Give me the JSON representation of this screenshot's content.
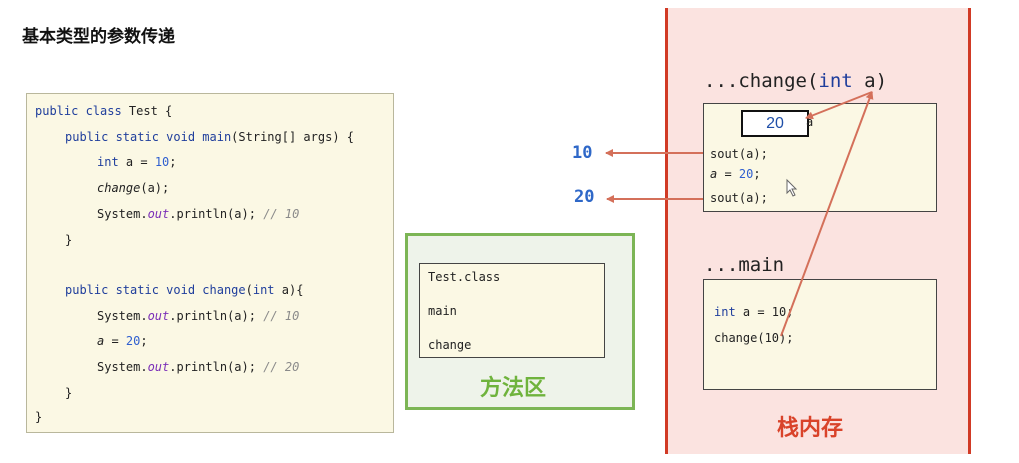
{
  "title": "基本类型的参数传递",
  "code": {
    "l1_kw": "public class",
    "l1_rest": " Test {",
    "l2_kw": "public static void",
    "l2_method": " main",
    "l2_rest": "(String[] args) {",
    "l3_kw": "int",
    "l3_mid": " a = ",
    "l3_num": "10",
    "l3_end": ";",
    "l4_call": "change",
    "l4_rest": "(a);",
    "l5_a": "System.",
    "l5_field": "out",
    "l5_b": ".println(a); ",
    "l5_cmt": "// 10",
    "l6": "}",
    "l7_kw": "public static void",
    "l7_method": " change",
    "l7_paren": "(",
    "l7_int": "int",
    "l7_rest": " a){",
    "l8_a": "System.",
    "l8_field": "out",
    "l8_b": ".println(a); ",
    "l8_cmt": "// 10",
    "l9_var": "a",
    "l9_mid": " = ",
    "l9_num": "20",
    "l9_end": ";",
    "l10_a": "System.",
    "l10_field": "out",
    "l10_b": ".println(a); ",
    "l10_cmt": "// 20",
    "l11": "}",
    "l12": "}"
  },
  "method_area": {
    "label": "方法区",
    "items": [
      "Test.class",
      "main",
      "change"
    ]
  },
  "stack": {
    "label": "栈内存",
    "change_frame_title_prefix": "...change(",
    "change_frame_title_kw": "int",
    "change_frame_title_suffix": " a)",
    "box_value": "20",
    "box_var": "a",
    "change_lines": {
      "s1": "sout(a);",
      "s2_var": "a",
      "s2_mid": " = ",
      "s2_num": "20",
      "s2_end": ";",
      "s3": "sout(a);"
    },
    "main_frame_title": "...main",
    "main_lines": {
      "m1_kw": "int",
      "m1_rest": " a = 10;",
      "m2": "change(10);"
    }
  },
  "outputs": [
    "10",
    "20"
  ],
  "colors": {
    "arrow": "#d4705a",
    "stack_border": "#d13a25",
    "method_border": "#7cb555",
    "keyword": "#1f3e9c",
    "number": "#2f5fd0"
  }
}
